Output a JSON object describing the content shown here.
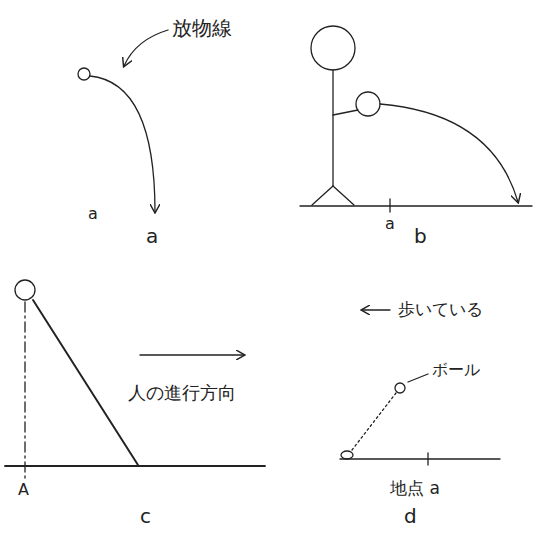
{
  "diagram": {
    "labels": [
      "放物線",
      "a",
      "a",
      "a",
      "b",
      "人の進行方向",
      "A",
      "c",
      "歩いている",
      "ボール",
      "地点 a",
      "d"
    ]
  }
}
